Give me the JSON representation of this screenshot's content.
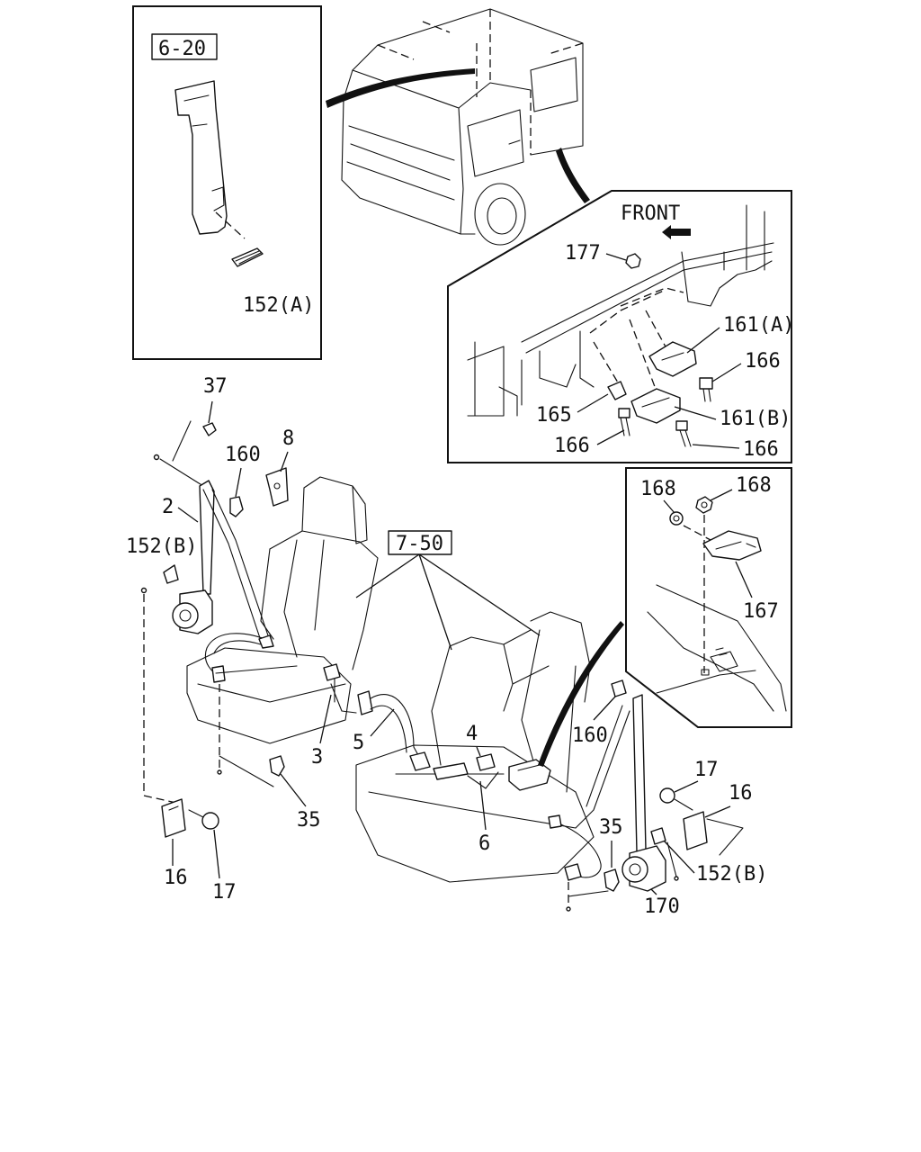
{
  "labels": {
    "ref_6_20": "6-20",
    "p152A": "152(A)",
    "front": "FRONT",
    "p177": "177",
    "p161A": "161(A)",
    "p166a": "166",
    "p165": "165",
    "p161B": "161(B)",
    "p166b": "166",
    "p166c": "166",
    "p168a": "168",
    "p168b": "168",
    "p167": "167",
    "p37": "37",
    "p160a": "160",
    "p8": "8",
    "p2": "2",
    "p152Ba": "152(B)",
    "ref_7_50": "7-50",
    "p4": "4",
    "p160b": "160",
    "p3": "3",
    "p5": "5",
    "p35a": "35",
    "p6": "6",
    "p17a": "17",
    "p16a": "16",
    "p35b": "35",
    "p152Bb": "152(B)",
    "p170": "170",
    "p16b": "16",
    "p17b": "17"
  }
}
